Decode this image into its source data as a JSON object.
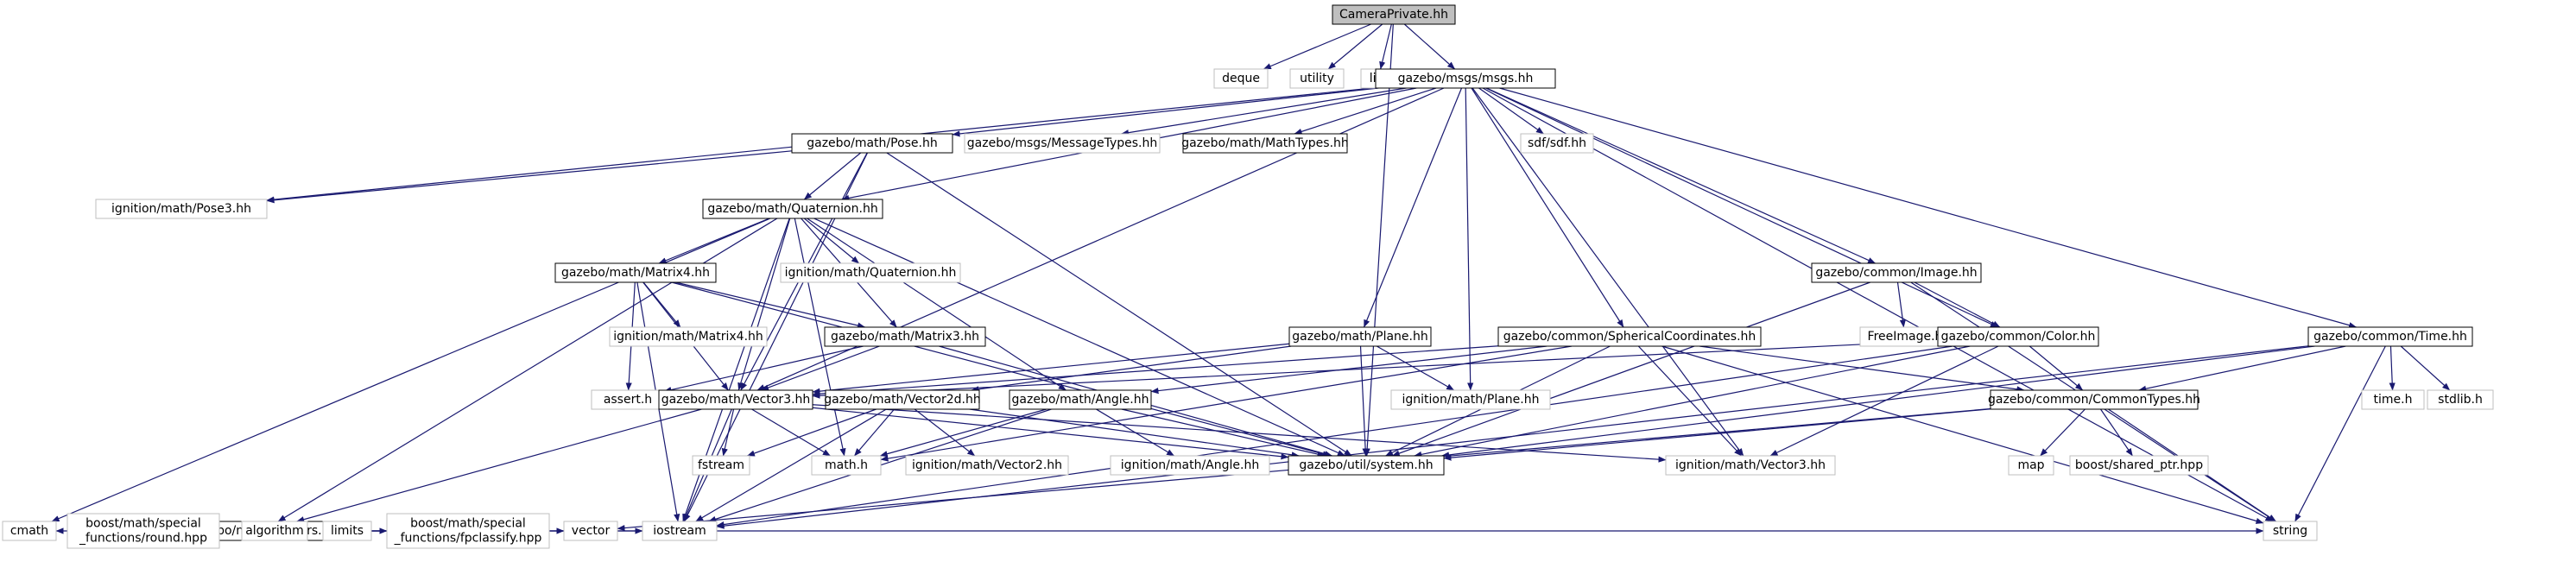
{
  "diagram": {
    "colors": {
      "edge": "#191970",
      "root_fill": "#bfbfbf",
      "internal_border": "#000000",
      "external_border": "#bfbfbf",
      "text": "#000000"
    },
    "nodes": [
      {
        "id": "camera_private",
        "label": "CameraPrivate.hh",
        "kind": "root"
      },
      {
        "id": "deque",
        "label": "deque",
        "kind": "external"
      },
      {
        "id": "utility",
        "label": "utility",
        "kind": "external"
      },
      {
        "id": "list",
        "label": "list",
        "kind": "external"
      },
      {
        "id": "msgs",
        "label": "gazebo/msgs/msgs.hh",
        "kind": "internal"
      },
      {
        "id": "pose",
        "label": "gazebo/math/Pose.hh",
        "kind": "internal"
      },
      {
        "id": "message_types",
        "label": "gazebo/msgs/MessageTypes.hh",
        "kind": "external"
      },
      {
        "id": "math_types",
        "label": "gazebo/math/MathTypes.hh",
        "kind": "internal"
      },
      {
        "id": "sdf",
        "label": "sdf/sdf.hh",
        "kind": "external"
      },
      {
        "id": "ign_pose3",
        "label": "ignition/math/Pose3.hh",
        "kind": "external"
      },
      {
        "id": "quaternion",
        "label": "gazebo/math/Quaternion.hh",
        "kind": "internal"
      },
      {
        "id": "matrix4",
        "label": "gazebo/math/Matrix4.hh",
        "kind": "internal"
      },
      {
        "id": "ign_quaternion",
        "label": "ignition/math/Quaternion.hh",
        "kind": "external"
      },
      {
        "id": "ign_matrix4",
        "label": "ignition/math/Matrix4.hh",
        "kind": "external"
      },
      {
        "id": "matrix3",
        "label": "gazebo/math/Matrix3.hh",
        "kind": "internal"
      },
      {
        "id": "image",
        "label": "gazebo/common/Image.hh",
        "kind": "internal"
      },
      {
        "id": "freeimage",
        "label": "FreeImage.h",
        "kind": "external"
      },
      {
        "id": "color",
        "label": "gazebo/common/Color.hh",
        "kind": "internal"
      },
      {
        "id": "plane",
        "label": "gazebo/math/Plane.hh",
        "kind": "internal"
      },
      {
        "id": "spherical",
        "label": "gazebo/common/SphericalCoordinates.hh",
        "kind": "internal"
      },
      {
        "id": "time",
        "label": "gazebo/common/Time.hh",
        "kind": "internal"
      },
      {
        "id": "assert",
        "label": "assert.h",
        "kind": "external"
      },
      {
        "id": "vector3",
        "label": "gazebo/math/Vector3.hh",
        "kind": "internal"
      },
      {
        "id": "vector2d",
        "label": "gazebo/math/Vector2d.hh",
        "kind": "internal"
      },
      {
        "id": "angle",
        "label": "gazebo/math/Angle.hh",
        "kind": "internal"
      },
      {
        "id": "ign_plane",
        "label": "ignition/math/Plane.hh",
        "kind": "external"
      },
      {
        "id": "common_types",
        "label": "gazebo/common/CommonTypes.hh",
        "kind": "internal"
      },
      {
        "id": "time_h",
        "label": "time.h",
        "kind": "external"
      },
      {
        "id": "stdlib_h",
        "label": "stdlib.h",
        "kind": "external"
      },
      {
        "id": "fstream",
        "label": "fstream",
        "kind": "external"
      },
      {
        "id": "math_h",
        "label": "math.h",
        "kind": "external"
      },
      {
        "id": "ign_vector2",
        "label": "ignition/math/Vector2.hh",
        "kind": "external"
      },
      {
        "id": "ign_angle",
        "label": "ignition/math/Angle.hh",
        "kind": "external"
      },
      {
        "id": "system",
        "label": "gazebo/util/system.hh",
        "kind": "internal"
      },
      {
        "id": "ign_vector3",
        "label": "ignition/math/Vector3.hh",
        "kind": "external"
      },
      {
        "id": "map",
        "label": "map",
        "kind": "external"
      },
      {
        "id": "shared_ptr",
        "label": "boost/shared_ptr.hpp",
        "kind": "external"
      },
      {
        "id": "helpers",
        "label": "gazebo/math/Helpers.hh",
        "kind": "internal"
      },
      {
        "id": "cmath",
        "label": "cmath",
        "kind": "external"
      },
      {
        "id": "round",
        "label": "boost/math/special\n_functions/round.hpp",
        "kind": "external"
      },
      {
        "id": "algorithm",
        "label": "algorithm",
        "kind": "external"
      },
      {
        "id": "limits",
        "label": "limits",
        "kind": "external"
      },
      {
        "id": "fpclassify",
        "label": "boost/math/special\n_functions/fpclassify.hpp",
        "kind": "external"
      },
      {
        "id": "vector",
        "label": "vector",
        "kind": "external"
      },
      {
        "id": "iostream",
        "label": "iostream",
        "kind": "external"
      },
      {
        "id": "string",
        "label": "string",
        "kind": "external"
      }
    ],
    "edges": [
      [
        "camera_private",
        "deque"
      ],
      [
        "camera_private",
        "utility"
      ],
      [
        "camera_private",
        "list"
      ],
      [
        "camera_private",
        "msgs"
      ],
      [
        "camera_private",
        "system"
      ],
      [
        "msgs",
        "pose"
      ],
      [
        "msgs",
        "message_types"
      ],
      [
        "msgs",
        "math_types"
      ],
      [
        "msgs",
        "sdf"
      ],
      [
        "msgs",
        "ign_pose3"
      ],
      [
        "msgs",
        "quaternion"
      ],
      [
        "msgs",
        "image"
      ],
      [
        "msgs",
        "color"
      ],
      [
        "msgs",
        "plane"
      ],
      [
        "msgs",
        "spherical"
      ],
      [
        "msgs",
        "time"
      ],
      [
        "msgs",
        "vector3"
      ],
      [
        "msgs",
        "ign_plane"
      ],
      [
        "msgs",
        "string"
      ],
      [
        "msgs",
        "ign_vector3"
      ],
      [
        "pose",
        "ign_pose3"
      ],
      [
        "pose",
        "quaternion"
      ],
      [
        "pose",
        "vector3"
      ],
      [
        "pose",
        "system"
      ],
      [
        "pose",
        "iostream"
      ],
      [
        "quaternion",
        "matrix4"
      ],
      [
        "quaternion",
        "ign_quaternion"
      ],
      [
        "quaternion",
        "matrix3"
      ],
      [
        "quaternion",
        "vector3"
      ],
      [
        "quaternion",
        "angle"
      ],
      [
        "quaternion",
        "helpers"
      ],
      [
        "quaternion",
        "system"
      ],
      [
        "quaternion",
        "iostream"
      ],
      [
        "quaternion",
        "cmath"
      ],
      [
        "quaternion",
        "math_h"
      ],
      [
        "matrix4",
        "ign_matrix4"
      ],
      [
        "matrix4",
        "matrix3"
      ],
      [
        "matrix4",
        "vector3"
      ],
      [
        "matrix4",
        "assert"
      ],
      [
        "matrix4",
        "system"
      ],
      [
        "matrix4",
        "iostream"
      ],
      [
        "matrix3",
        "vector3"
      ],
      [
        "matrix3",
        "assert"
      ],
      [
        "matrix3",
        "system"
      ],
      [
        "image",
        "freeimage"
      ],
      [
        "image",
        "color"
      ],
      [
        "image",
        "system"
      ],
      [
        "image",
        "string"
      ],
      [
        "color",
        "vector3"
      ],
      [
        "color",
        "system"
      ],
      [
        "color",
        "ign_vector3"
      ],
      [
        "color",
        "iostream"
      ],
      [
        "color",
        "common_types"
      ],
      [
        "plane",
        "vector3"
      ],
      [
        "plane",
        "vector2d"
      ],
      [
        "plane",
        "ign_plane"
      ],
      [
        "plane",
        "system"
      ],
      [
        "spherical",
        "vector3"
      ],
      [
        "spherical",
        "angle"
      ],
      [
        "spherical",
        "common_types"
      ],
      [
        "spherical",
        "system"
      ],
      [
        "spherical",
        "ign_vector3"
      ],
      [
        "spherical",
        "string"
      ],
      [
        "spherical",
        "math_h"
      ],
      [
        "time",
        "common_types"
      ],
      [
        "time",
        "time_h"
      ],
      [
        "time",
        "stdlib_h"
      ],
      [
        "time",
        "system"
      ],
      [
        "time",
        "string"
      ],
      [
        "time",
        "iostream"
      ],
      [
        "vector3",
        "fstream"
      ],
      [
        "vector3",
        "math_h"
      ],
      [
        "vector3",
        "ign_vector3"
      ],
      [
        "vector3",
        "system"
      ],
      [
        "vector3",
        "helpers"
      ],
      [
        "vector3",
        "iostream"
      ],
      [
        "vector2d",
        "ign_vector2"
      ],
      [
        "vector2d",
        "fstream"
      ],
      [
        "vector2d",
        "math_h"
      ],
      [
        "vector2d",
        "system"
      ],
      [
        "vector2d",
        "iostream"
      ],
      [
        "angle",
        "ign_angle"
      ],
      [
        "angle",
        "math_h"
      ],
      [
        "angle",
        "system"
      ],
      [
        "angle",
        "iostream"
      ],
      [
        "common_types",
        "map"
      ],
      [
        "common_types",
        "shared_ptr"
      ],
      [
        "common_types",
        "string"
      ],
      [
        "common_types",
        "vector"
      ],
      [
        "common_types",
        "system"
      ],
      [
        "helpers",
        "cmath"
      ],
      [
        "helpers",
        "round"
      ],
      [
        "helpers",
        "algorithm"
      ],
      [
        "helpers",
        "limits"
      ],
      [
        "helpers",
        "fpclassify"
      ],
      [
        "helpers",
        "vector"
      ],
      [
        "helpers",
        "iostream"
      ],
      [
        "helpers",
        "string"
      ]
    ]
  }
}
